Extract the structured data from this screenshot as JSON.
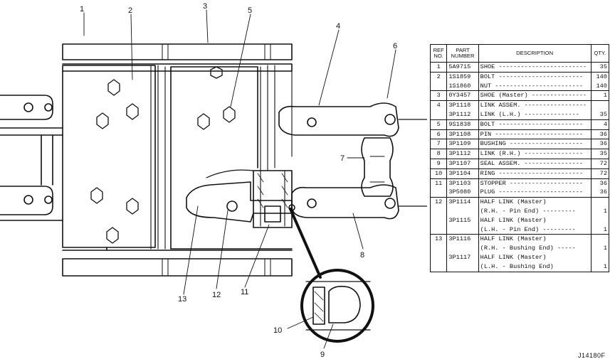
{
  "callouts": [
    "1",
    "2",
    "3",
    "4",
    "5",
    "6",
    "7",
    "8",
    "9",
    "10",
    "11",
    "12",
    "13"
  ],
  "table": {
    "headers": {
      "ref": "REF NO.",
      "part": "PART NUMBER",
      "desc": "DESCRIPTION",
      "qty": "QTY."
    },
    "rows": [
      {
        "ref": "1",
        "part": "5A9715",
        "desc": "SHOE ------------------------",
        "qty": "35",
        "sep": true
      },
      {
        "ref": "2",
        "part": "1S1859",
        "desc": "BOLT -----------------------",
        "qty": "140",
        "sep": true
      },
      {
        "ref": "",
        "part": "1S1860",
        "desc": "NUT ------------------------",
        "qty": "140",
        "sep": false
      },
      {
        "ref": "3",
        "part": "0Y3457",
        "desc": "SHOE (Master) ---------------",
        "qty": "1",
        "sep": true
      },
      {
        "ref": "4",
        "part": "3P1118",
        "desc": "LINK ASSEM. -----------------",
        "qty": "",
        "sep": true
      },
      {
        "ref": "",
        "part": "3P1112",
        "desc": "  LINK (L.H.) ---------------",
        "qty": "35",
        "sep": false
      },
      {
        "ref": "5",
        "part": "9S1838",
        "desc": "  BOLT -----------------------",
        "qty": "4",
        "sep": true
      },
      {
        "ref": "6",
        "part": "3P1108",
        "desc": "  PIN ------------------------",
        "qty": "36",
        "sep": true
      },
      {
        "ref": "7",
        "part": "3P1109",
        "desc": "  BUSHING --------------------",
        "qty": "36",
        "sep": true
      },
      {
        "ref": "8",
        "part": "3P1112",
        "desc": "  LINK (R.H.) ----------------",
        "qty": "35",
        "sep": true
      },
      {
        "ref": "9",
        "part": "3P1107",
        "desc": "  SEAL ASSEM. ----------------",
        "qty": "72",
        "sep": true
      },
      {
        "ref": "10",
        "part": "3P1104",
        "desc": "  RING -----------------------",
        "qty": "72",
        "sep": true
      },
      {
        "ref": "11",
        "part": "3P1103",
        "desc": "  STOPPER --------------------",
        "qty": "36",
        "sep": true
      },
      {
        "ref": "",
        "part": "3P5080",
        "desc": "  PLUG -----------------------",
        "qty": "36",
        "sep": false
      },
      {
        "ref": "12",
        "part": "3P1114",
        "desc": "  HALF LINK (Master)",
        "qty": "",
        "sep": true
      },
      {
        "ref": "",
        "part": "",
        "desc": "    (R.H. - Pin End) ---------",
        "qty": "1",
        "sep": false
      },
      {
        "ref": "",
        "part": "3P1115",
        "desc": "  HALF LINK (Master)",
        "qty": "",
        "sep": false
      },
      {
        "ref": "",
        "part": "",
        "desc": "    (L.H. - Pin End) ---------",
        "qty": "1",
        "sep": false
      },
      {
        "ref": "13",
        "part": "3P1116",
        "desc": "  HALF LINK (Master)",
        "qty": "",
        "sep": true
      },
      {
        "ref": "",
        "part": "",
        "desc": "    (R.H. - Bushing End) -----",
        "qty": "1",
        "sep": false
      },
      {
        "ref": "",
        "part": "3P1117",
        "desc": "  HALF LINK (Master)",
        "qty": "",
        "sep": false
      },
      {
        "ref": "",
        "part": "",
        "desc": "    (L.H. - Bushing End)",
        "qty": "1",
        "sep": false
      }
    ]
  },
  "figure_code": "J14180F"
}
